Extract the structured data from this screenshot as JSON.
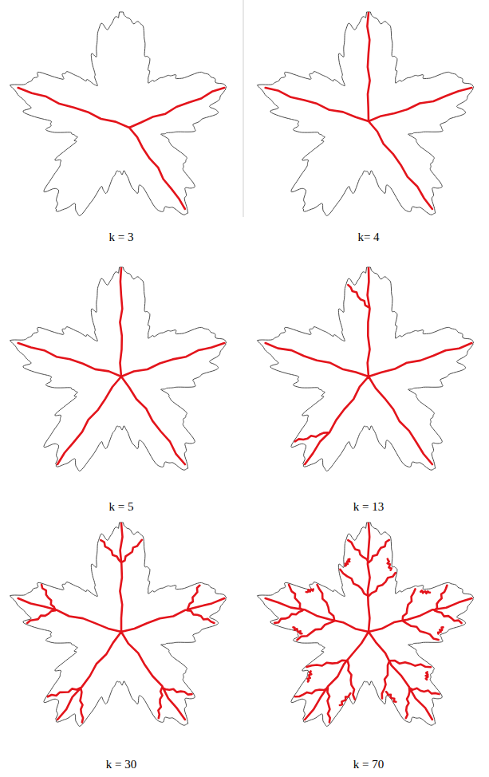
{
  "diagram": {
    "labels": [
      "k = 3",
      "k= 4",
      "k = 5",
      "k = 13",
      "k = 30",
      "k = 70"
    ]
  }
}
